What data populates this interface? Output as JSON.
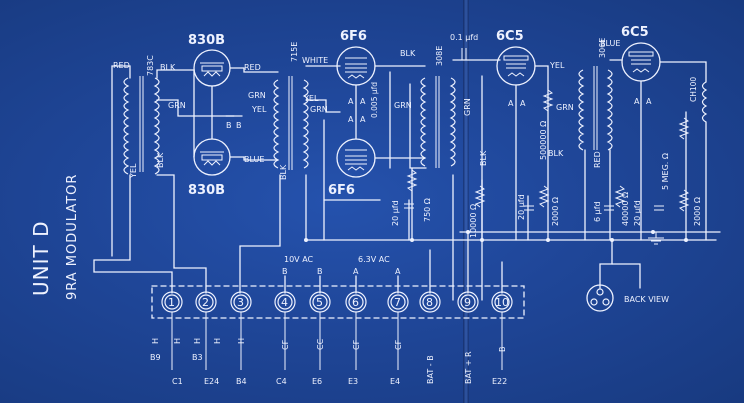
{
  "title": {
    "unit": "UNIT D",
    "subtitle": "9RA MODULATOR"
  },
  "tubes": {
    "v1": "830B",
    "v2": "830B",
    "v3": "6F6",
    "v4": "6F6",
    "v5": "6C5",
    "v6": "6C5"
  },
  "transformers": {
    "t1": "783C",
    "t2": "715E",
    "t3": "308E",
    "t4": "306E"
  },
  "wire_colors": {
    "red": "RED",
    "blk": "BLK",
    "grn": "GRN",
    "yel": "YEL",
    "white": "WHITE",
    "blue": "BLUE"
  },
  "plate_marks": {
    "a": "A",
    "b": "B"
  },
  "components": {
    "c1": "0.1 μfd",
    "c2": "0.005 μfd",
    "r1": "750 Ω",
    "c3": "20 μfd",
    "r2": "10000 Ω",
    "r3": "500000 Ω",
    "c4": "20 μfd",
    "r4": "2000 Ω",
    "c5": "6 μfd",
    "r5": "40000 Ω",
    "c6": "20 μfd",
    "r6": "5 MEG. Ω",
    "r7": "2000 Ω",
    "choke": "CH100"
  },
  "supply_labels": {
    "ac10": "10V AC",
    "ac63": "6.3V AC"
  },
  "terminals": [
    {
      "num": "1",
      "func": "H",
      "code": "B9"
    },
    {
      "num": "2",
      "func": "H",
      "code": "B3"
    },
    {
      "num": "3",
      "func": "H",
      "code": "B4"
    },
    {
      "num": "4",
      "func": "CF",
      "code": "C4"
    },
    {
      "num": "5",
      "func": "CC",
      "code": "E6"
    },
    {
      "num": "6",
      "func": "CF",
      "code": "E3"
    },
    {
      "num": "7",
      "func": "CF",
      "code": "E4"
    },
    {
      "num": "8",
      "func": "BAT - B",
      "code": ""
    },
    {
      "num": "9",
      "func": "BAT + R",
      "code": ""
    },
    {
      "num": "10",
      "func": "B",
      "code": "E22"
    }
  ],
  "extra_bottom": {
    "c1": "C1",
    "e24": "E24"
  },
  "back_view": "BACK VIEW",
  "colors": {
    "blueprint": "#1f4698",
    "ink": "#eef2ff"
  }
}
